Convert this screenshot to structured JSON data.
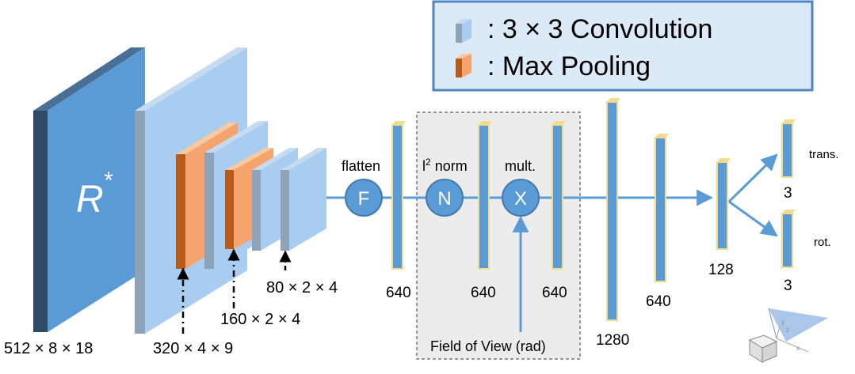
{
  "legend": {
    "conv_label": ": 3 × 3 Convolution",
    "pool_label": ": Max Pooling"
  },
  "input": {
    "symbol": "R",
    "superscript": "*",
    "dims": "512  × 8 × 18"
  },
  "encoder": {
    "dims_320": "320  × 4 × 9",
    "dims_160": "160  × 2 × 4",
    "dims_80": "80  × 2 × 4"
  },
  "ops": {
    "flatten_caption": "flatten",
    "flatten_letter": "F",
    "norm_caption_prefix": "l",
    "norm_caption_sup": "2",
    "norm_caption_suffix": " norm",
    "norm_letter": "N",
    "mult_caption": "mult.",
    "mult_letter": "X",
    "fov_label": "Field of View (rad)"
  },
  "vectors": {
    "v1": "640",
    "v2": "640",
    "v3": "640",
    "v4": "1280",
    "v5": "640",
    "v6": "128",
    "trans_size": "3",
    "rot_size": "3"
  },
  "outputs": {
    "trans_label": "trans.",
    "rot_label": "rot."
  },
  "camera_axes": {
    "x": "x",
    "y": "y",
    "z": "z"
  },
  "colors": {
    "input_face": "#5b9bd5",
    "input_side": "#2e4a66",
    "slab_face": "#a9cdf0",
    "slab_side": "#8fa3b8",
    "pool_face": "#f4a46c",
    "pool_side": "#b85b1a",
    "vec_face": "#5b9bd5",
    "vec_border": "#f2dc8c",
    "node": "#5b9bd5",
    "legend_bg": "#dce9f7",
    "legend_border": "#4f86c2"
  }
}
